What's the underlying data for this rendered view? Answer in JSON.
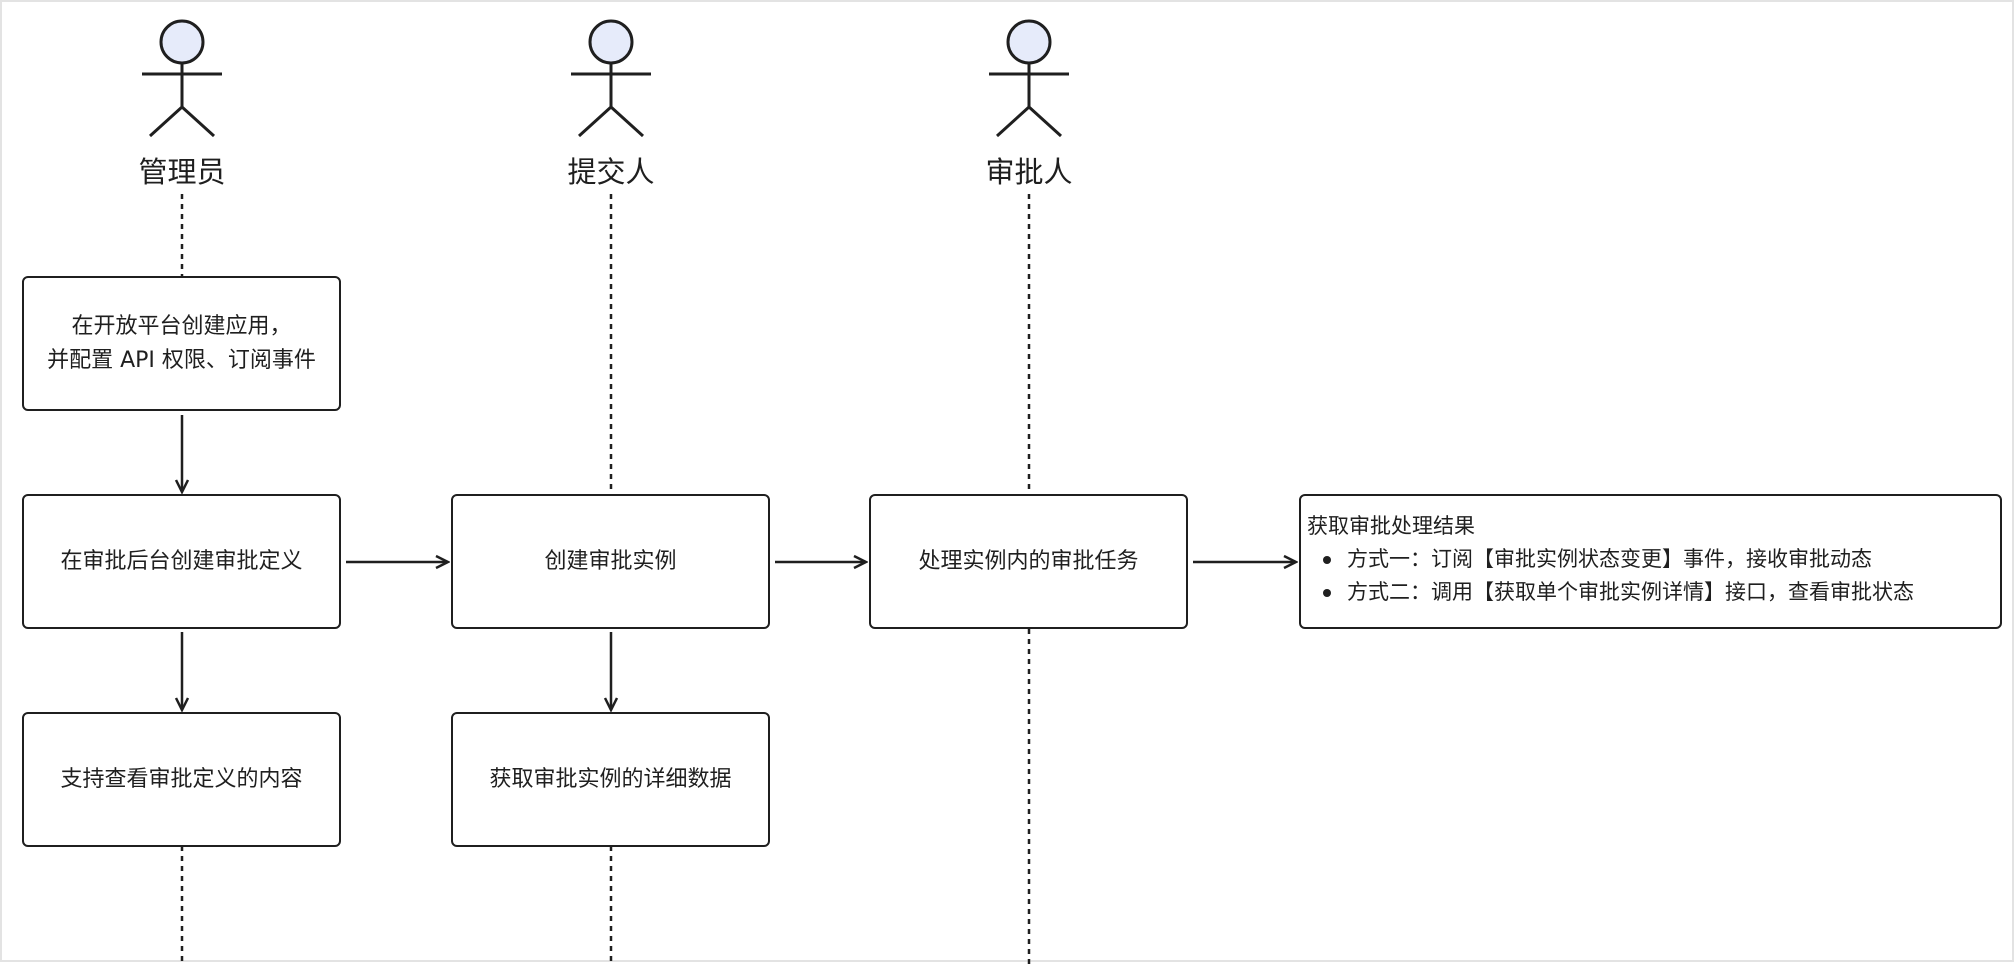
{
  "diagram": {
    "actors": [
      {
        "id": "admin",
        "label": "管理员"
      },
      {
        "id": "submitter",
        "label": "提交人"
      },
      {
        "id": "approver",
        "label": "审批人"
      }
    ],
    "nodes": {
      "create_app": {
        "lines": [
          "在开放平台创建应用，",
          "并配置 API 权限、订阅事件"
        ]
      },
      "create_definition": {
        "lines": [
          "在审批后台创建审批定义"
        ]
      },
      "view_definition": {
        "lines": [
          "支持查看审批定义的内容"
        ]
      },
      "create_instance": {
        "lines": [
          "创建审批实例"
        ]
      },
      "get_instance_detail": {
        "lines": [
          "获取审批实例的详细数据"
        ]
      },
      "handle_task": {
        "lines": [
          "处理实例内的审批任务"
        ]
      },
      "get_result": {
        "title": "获取审批处理结果",
        "items": [
          "方式一：订阅【审批实例状态变更】事件，接收审批动态",
          "方式二：调用【获取单个审批实例详情】接口，查看审批状态"
        ]
      }
    },
    "colors": {
      "stroke": "#1f1f1f",
      "actor_head_fill": "#e6ebfa",
      "background": "#ffffff",
      "frame_border": "#e3e3e3"
    }
  }
}
